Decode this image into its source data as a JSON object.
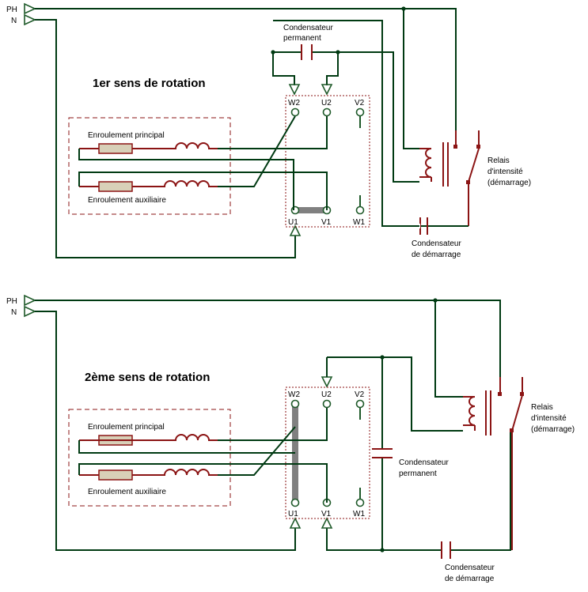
{
  "top": {
    "ph": "PH",
    "n": "N",
    "title": "1er sens de rotation",
    "cap_perm": [
      "Condensateur",
      "permanent"
    ],
    "winding_main": "Enroulement principal",
    "winding_aux": "Enroulement auxiliaire",
    "terminals": [
      "W2",
      "U2",
      "V2",
      "U1",
      "V1",
      "W1"
    ],
    "relay": [
      "Relais",
      "d'intensité",
      "(démarrage)"
    ],
    "cap_start": [
      "Condensateur",
      "de démarrage"
    ]
  },
  "bottom": {
    "ph": "PH",
    "n": "N",
    "title": "2ème sens de rotation",
    "cap_perm": [
      "Condensateur",
      "permanent"
    ],
    "winding_main": "Enroulement principal",
    "winding_aux": "Enroulement auxiliaire",
    "terminals": [
      "W2",
      "U2",
      "V2",
      "U1",
      "V1",
      "W1"
    ],
    "relay": [
      "Relais",
      "d'intensité",
      "(démarrage)"
    ],
    "cap_start": [
      "Condensateur",
      "de démarrage"
    ]
  }
}
